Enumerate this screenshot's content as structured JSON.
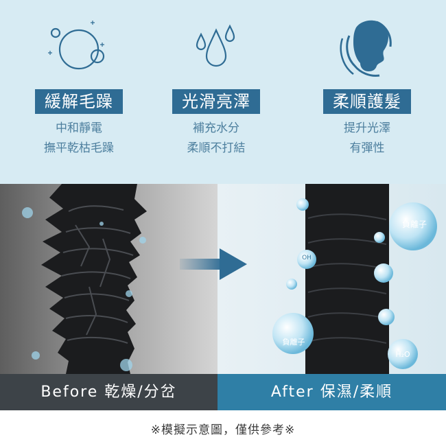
{
  "features": [
    {
      "title": "緩解毛躁",
      "lines": [
        "中和靜電",
        "撫平乾枯毛躁"
      ],
      "icon": "bubbles-icon"
    },
    {
      "title": "光滑亮澤",
      "lines": [
        "補充水分",
        "柔順不打結"
      ],
      "icon": "water-drops-icon"
    },
    {
      "title": "柔順護髮",
      "lines": [
        "提升光澤",
        "有彈性"
      ],
      "icon": "woman-profile-icon"
    }
  ],
  "comparison": {
    "before_label": "Before 乾燥/分岔",
    "after_label": "After 保濕/柔順",
    "bubble_labels": {
      "negative_ion": "負離子",
      "water": "H₂O",
      "hydroxide": "OH"
    }
  },
  "footnote": "※模擬示意圖，僅供參考※",
  "colors": {
    "badge": "#2f6c94",
    "top_bg": "#d7ebf3",
    "after_label_bg": "#2f7fa6",
    "before_label_bg": "#3d4348"
  }
}
